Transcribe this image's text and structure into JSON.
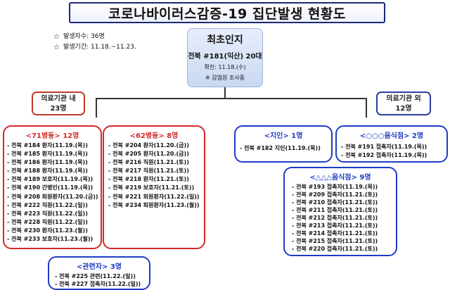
{
  "title": "코로나바이러스감증-19 집단발생 현황도",
  "summary": {
    "cases": "발생자수: 36명",
    "period": "발생기간: 11.18.~11.23."
  },
  "index_case": {
    "heading": "최초인지",
    "main": "전북 #181(익산) 20대",
    "confirmed": "확진: 11.18.(수)",
    "note": "※ 감염원 조사중"
  },
  "categories": {
    "inside": {
      "line1": "의료기관 내",
      "line2": "23명"
    },
    "outside": {
      "line1": "의료기관 외",
      "line2": "12명"
    }
  },
  "groups": {
    "ward71": {
      "heading": "<71병동> 12명",
      "items": [
        "- 전북 #184 환자(11.19.(목))",
        "- 전북 #185 환자(11.19.(목))",
        "- 전북 #186 환자(11.19.(목))",
        "- 전북 #188 환자(11.19.(목))",
        "- 전북 #189 보호자(11.19.(목))",
        "- 전북 #190 간병인(11.19.(목))",
        "- 전북 #208 퇴원환자(11.20.(금))",
        "- 전북 #222 직원(11.22.(일))",
        "- 전북 #223 직원(11.22.(일))",
        "- 전북 #228 직원(11.22.(일))",
        "- 전북 #230 환자(11.23.(월))",
        "- 전북 #233 보호자(11.23.(월))"
      ]
    },
    "ward62": {
      "heading": "<62병동> 8명",
      "items": [
        "- 전북 #204 환자(11.20.(금))",
        "- 전북 #205 환자(11.20.(금))",
        "- 전북 #216 직원(11.21.(토))",
        "- 전북 #217 직원(11.21.(토))",
        "- 전북 #218 환자(11.21.(토))",
        "- 전북 #219 보호자(11.21.(토))",
        "- 전북 #221 퇴원환자(11.22.(일))",
        "- 전북 #234 퇴원환자(11.23.(월))"
      ]
    },
    "related": {
      "heading": "<관련자> 3명",
      "items": [
        "- 전북 #225 관련(11.22.(일))",
        "- 전북 #227 접촉자(11.22.(일))"
      ]
    },
    "acquaintance": {
      "heading": "<지인> 1명",
      "items": [
        "- 전북 #182 지인(11.19.(목))"
      ]
    },
    "restaurant1": {
      "heading": "<○○○음식점> 2명",
      "items": [
        "- 전북 #191 접촉자(11.19.(목))",
        "- 전북 #192 접촉자(11.19.(목))"
      ]
    },
    "restaurant2": {
      "heading": "<△△△음식점> 9명",
      "items": [
        "- 전북 #193 접촉자(11.19.(목))",
        "- 전북 #209 접촉자(11.21.(토))",
        "- 전북 #210 접촉자(11.21.(토))",
        "- 전북 #211 접촉자(11.21.(토))",
        "- 전북 #212 접촉자(11.21.(토))",
        "- 전북 #213 접촉자(11.21.(토))",
        "- 전북 #214 접촉자(11.21.(토))",
        "- 전북 #215 접촉자(11.21.(토))",
        "- 전북 #220 접촉자(11.21.(토))"
      ]
    }
  },
  "colors": {
    "red": "#d12a2a",
    "blue": "#1f3cc4",
    "navy": "#1b2a7a"
  }
}
